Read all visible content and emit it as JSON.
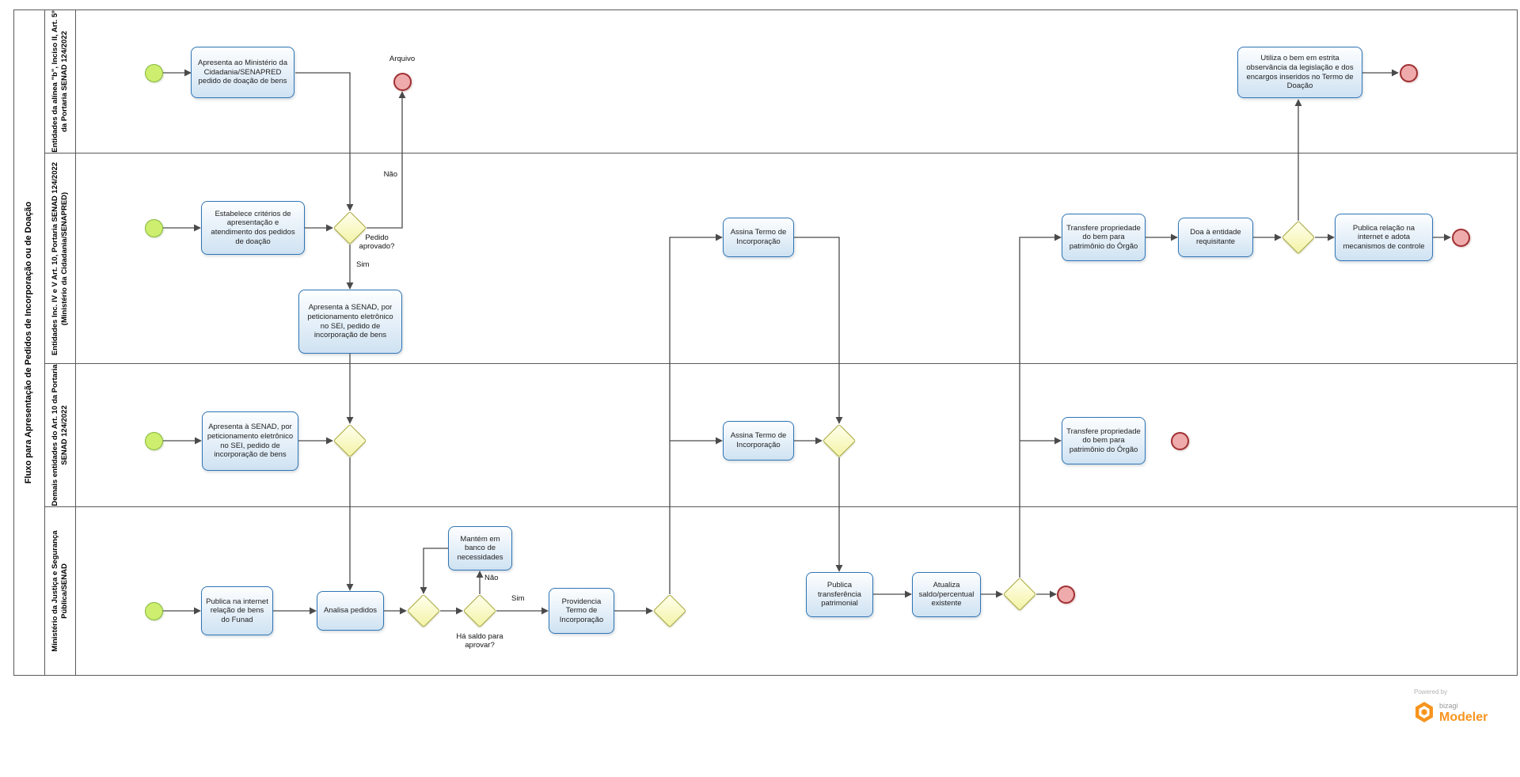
{
  "pool": {
    "title": "Fluxo para Apresentação de Pedidos de Incorporação ou de Doação",
    "lanes": [
      {
        "label": "Entidades da alínea \"b\", Inciso II, Art. 5º da Portaria SENAD 124/2022"
      },
      {
        "label": "Entidades Inc. IV e V Art. 10, Portaria SENAD 124/2022 (Ministério da Cidadania/SENAPRED)"
      },
      {
        "label": "Demais entidades do Art. 10 da Portaria SENAD 124/2022"
      },
      {
        "label": "Ministério da Justiça e Segurança Pública/SENAD"
      }
    ]
  },
  "tasks": {
    "apresenta_mc": "Apresenta ao Ministério da Cidadania/SENAPRED pedido de doação de bens",
    "utiliza_bem": "Utiliza o bem em estrita observância da legislação e dos encargos inseridos no Termo de Doação",
    "estabelece_criterios": "Estabelece critérios de apresentação e atendimento dos pedidos de doação",
    "apresenta_senad_l2": "Apresenta à SENAD, por peticionamento eletrônico no SEI, pedido de incorporação de bens",
    "assina_termo_l2": "Assina Termo de Incorporação",
    "transfere_l2": "Transfere propriedade do bem para patrimônio do Órgão",
    "doa_entidade": "Doa à entidade requisitante",
    "publica_relacao": "Publica relação na internet e adota mecanismos de controle",
    "apresenta_senad_l3": "Apresenta à SENAD, por peticionamento eletrônico no SEI, pedido de incorporação de bens",
    "assina_termo_l3": "Assina Termo de Incorporação",
    "transfere_l3": "Transfere propriedade do bem para patrimônio do Órgão",
    "publica_internet": "Publica na internet relação de bens do Funad",
    "analisa_pedidos": "Analisa pedidos",
    "mantem_banco": "Mantém em banco de necessidades",
    "providencia_termo": "Providencia Termo de Incorporação",
    "publica_transferencia": "Publica transferência patrimonial",
    "atualiza_saldo": "Atualiza saldo/percentual existente"
  },
  "events": {
    "arquivo_label": "Arquivo"
  },
  "gateway_labels": {
    "pedido_aprovado": "Pedido aprovado?",
    "ha_saldo": "Há saldo para aprovar?"
  },
  "flow_labels": {
    "nao_top": "Não",
    "sim_top": "Sim",
    "nao_bottom": "Não",
    "sim_bottom": "Sim"
  },
  "branding": {
    "powered_by": "Powered by",
    "brand": "bizagi",
    "product": "Modeler"
  },
  "colors": {
    "task_border": "#2e75b5",
    "task_fill": "#cfe2f2",
    "gateway_border": "#a8a83c",
    "gateway_fill": "#f3f3a6",
    "start_fill": "#cdee6e",
    "start_border": "#86b83c",
    "end_fill": "#efabab",
    "end_border": "#a03033",
    "connector": "#4a4a4a",
    "brand_orange": "#f7941e"
  }
}
